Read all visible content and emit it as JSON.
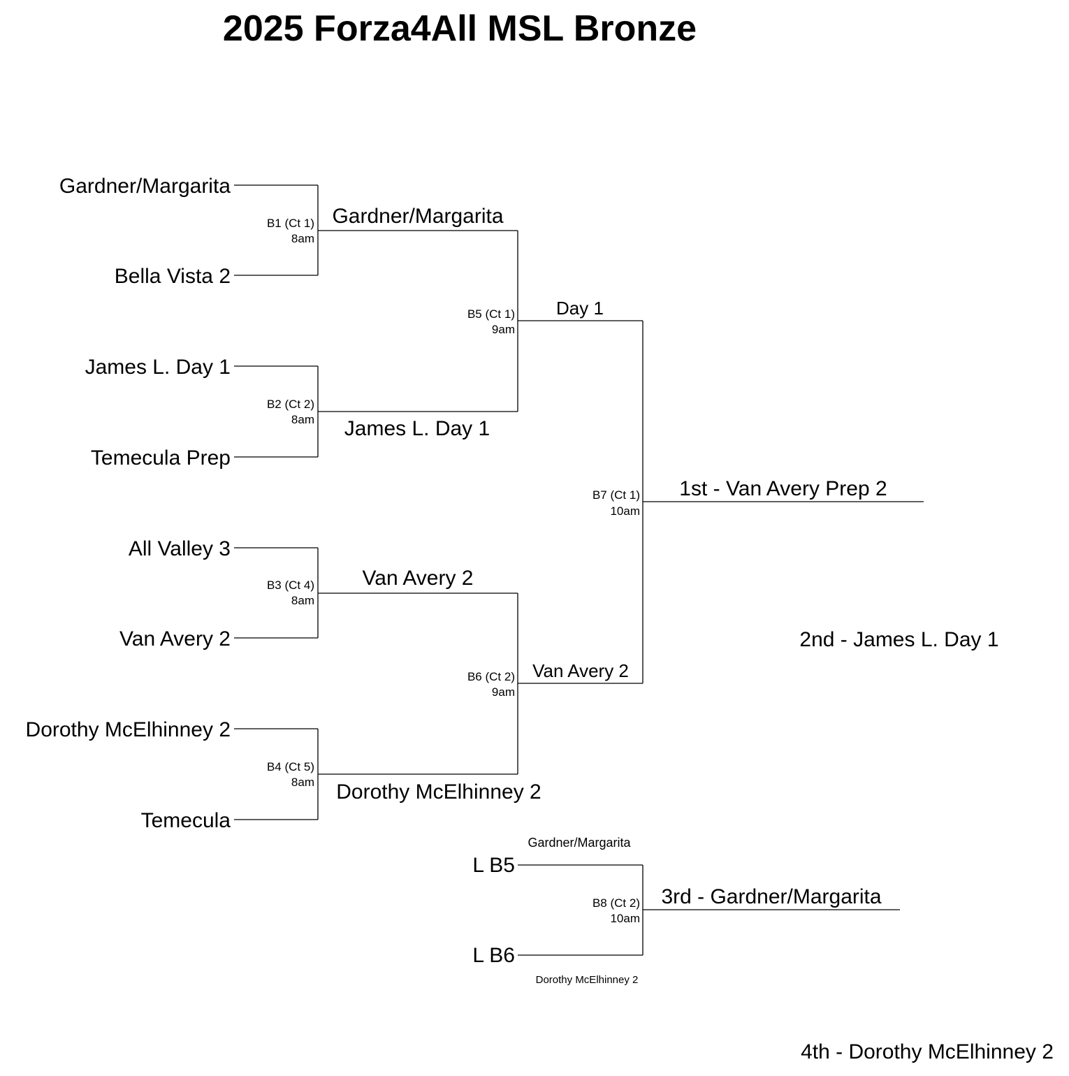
{
  "title": "2025 Forza4All MSL Bronze",
  "round1": {
    "b1": {
      "team_top": "Gardner/Margarita",
      "team_bottom": "Bella Vista 2",
      "game": "B1 (Ct 1)",
      "time": "8am"
    },
    "b2": {
      "team_top": "James L. Day 1",
      "team_bottom": "Temecula Prep",
      "game": "B2 (Ct 2)",
      "time": "8am"
    },
    "b3": {
      "team_top": "All Valley 3",
      "team_bottom": "Van Avery 2",
      "game": "B3 (Ct 4)",
      "time": "8am"
    },
    "b4": {
      "team_top": "Dorothy McElhinney 2",
      "team_bottom": "Temecula",
      "game": "B4 (Ct 5)",
      "time": "8am"
    }
  },
  "round2": {
    "b1_winner": "Gardner/Margarita",
    "b2_winner": "James L. Day 1",
    "b3_winner": "Van Avery 2",
    "b4_winner": "Dorothy McElhinney 2",
    "b5": {
      "game": "B5 (Ct 1)",
      "time": "9am"
    },
    "b6": {
      "game": "B6 (Ct 2)",
      "time": "9am"
    }
  },
  "round3": {
    "b5_winner": "Day 1",
    "b6_winner": "Van Avery 2",
    "b7": {
      "game": "B7 (Ct 1)",
      "time": "10am"
    }
  },
  "final": {
    "first": "1st - Van Avery Prep 2",
    "second": "2nd - James L. Day 1"
  },
  "consolation": {
    "loser_b5_label": "L B5",
    "loser_b6_label": "L B6",
    "loser_b5_team": "Gardner/Margarita",
    "loser_b6_team": "Dorothy McElhinney 2",
    "b8": {
      "game": "B8 (Ct 2)",
      "time": "10am"
    },
    "third": "3rd - Gardner/Margarita",
    "fourth": "4th - Dorothy McElhinney 2"
  }
}
